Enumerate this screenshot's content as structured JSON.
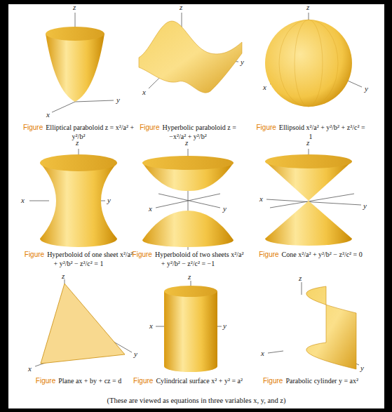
{
  "diagram": {
    "caption": "(These are viewed as equations in three variables x, y, and z)",
    "labels": [
      "z",
      "x",
      "y",
      "Figure",
      "Elliptical paraboloid z = x²/a² + y²/b²",
      "z",
      "x",
      "y",
      "Figure",
      "Hyperbolic paraboloid z = −x²/a² + y²/b²",
      "z",
      "x",
      "y",
      "Figure",
      "Ellipsoid x²/a² + y²/b² + z²/c² = 1",
      "z",
      "x",
      "y",
      "Figure",
      "Hyperboloid of one sheet x²/a² + y²/b² − z²/c² = 1",
      "z",
      "x",
      "y",
      "Figure",
      "Hyperboloid of two sheets x²/a² + y²/b² − z²/c² = −1",
      "z",
      "x",
      "y",
      "Figure",
      "Cone x²/a² + y²/b² − z²/c² = 0",
      "z",
      "x",
      "y",
      "Figure",
      "Plane ax + by + cz = d",
      "z",
      "x",
      "y",
      "Figure",
      "Cylindrical surface x² + y² = a²",
      "z",
      "x",
      "y",
      "Figure",
      "Parabolic cylinder y = ax²"
    ]
  }
}
